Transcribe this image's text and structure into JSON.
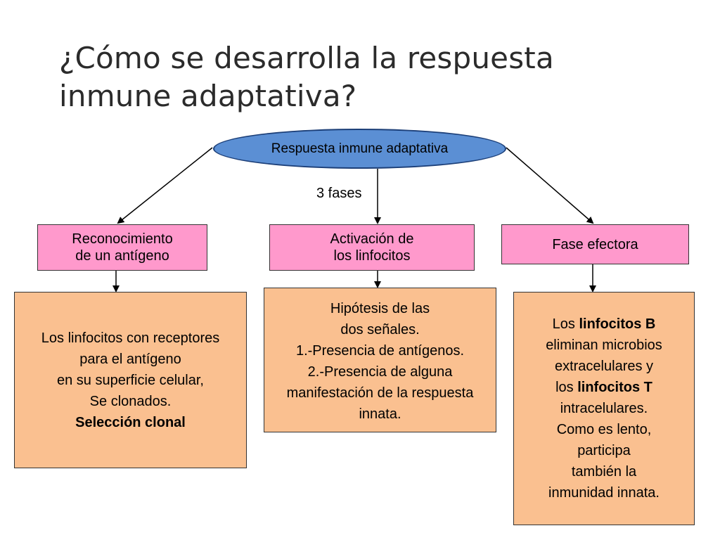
{
  "title": {
    "line1": "¿Cómo se desarrolla la respuesta",
    "line2": "inmune adaptativa?"
  },
  "root": {
    "label": "Respuesta inmune adaptativa"
  },
  "phases_label": "3 fases",
  "phases": [
    {
      "line1": "Reconocimiento",
      "line2": "de un antígeno"
    },
    {
      "line1": "Activación de",
      "line2": "los linfocitos"
    },
    {
      "line1": "Fase efectora"
    }
  ],
  "details": {
    "left": {
      "lines": [
        "Los linfocitos con receptores",
        "para el antígeno",
        "en su superficie celular,",
        "Se clonados."
      ],
      "bold_line": "Selección clonal"
    },
    "middle": {
      "lines": [
        "Hipótesis de las",
        "dos señales.",
        "1.-Presencia de antígenos.",
        "2.-Presencia de alguna",
        "manifestación de la respuesta",
        "innata."
      ]
    },
    "right": {
      "line1_prefix": "Los ",
      "line1_bold": "linfocitos B",
      "line2": "eliminan microbios",
      "line3": "extracelulares y",
      "line4_prefix": "los ",
      "line4_bold": "linfocitos T",
      "line5": "intracelulares.",
      "line6": "Como es lento,",
      "line7": "participa",
      "line8": "también la",
      "line9": "inmunidad innata."
    }
  },
  "colors": {
    "ellipse": "#5b8fd4",
    "phase_box": "#ff99cc",
    "detail_box": "#fac090"
  }
}
